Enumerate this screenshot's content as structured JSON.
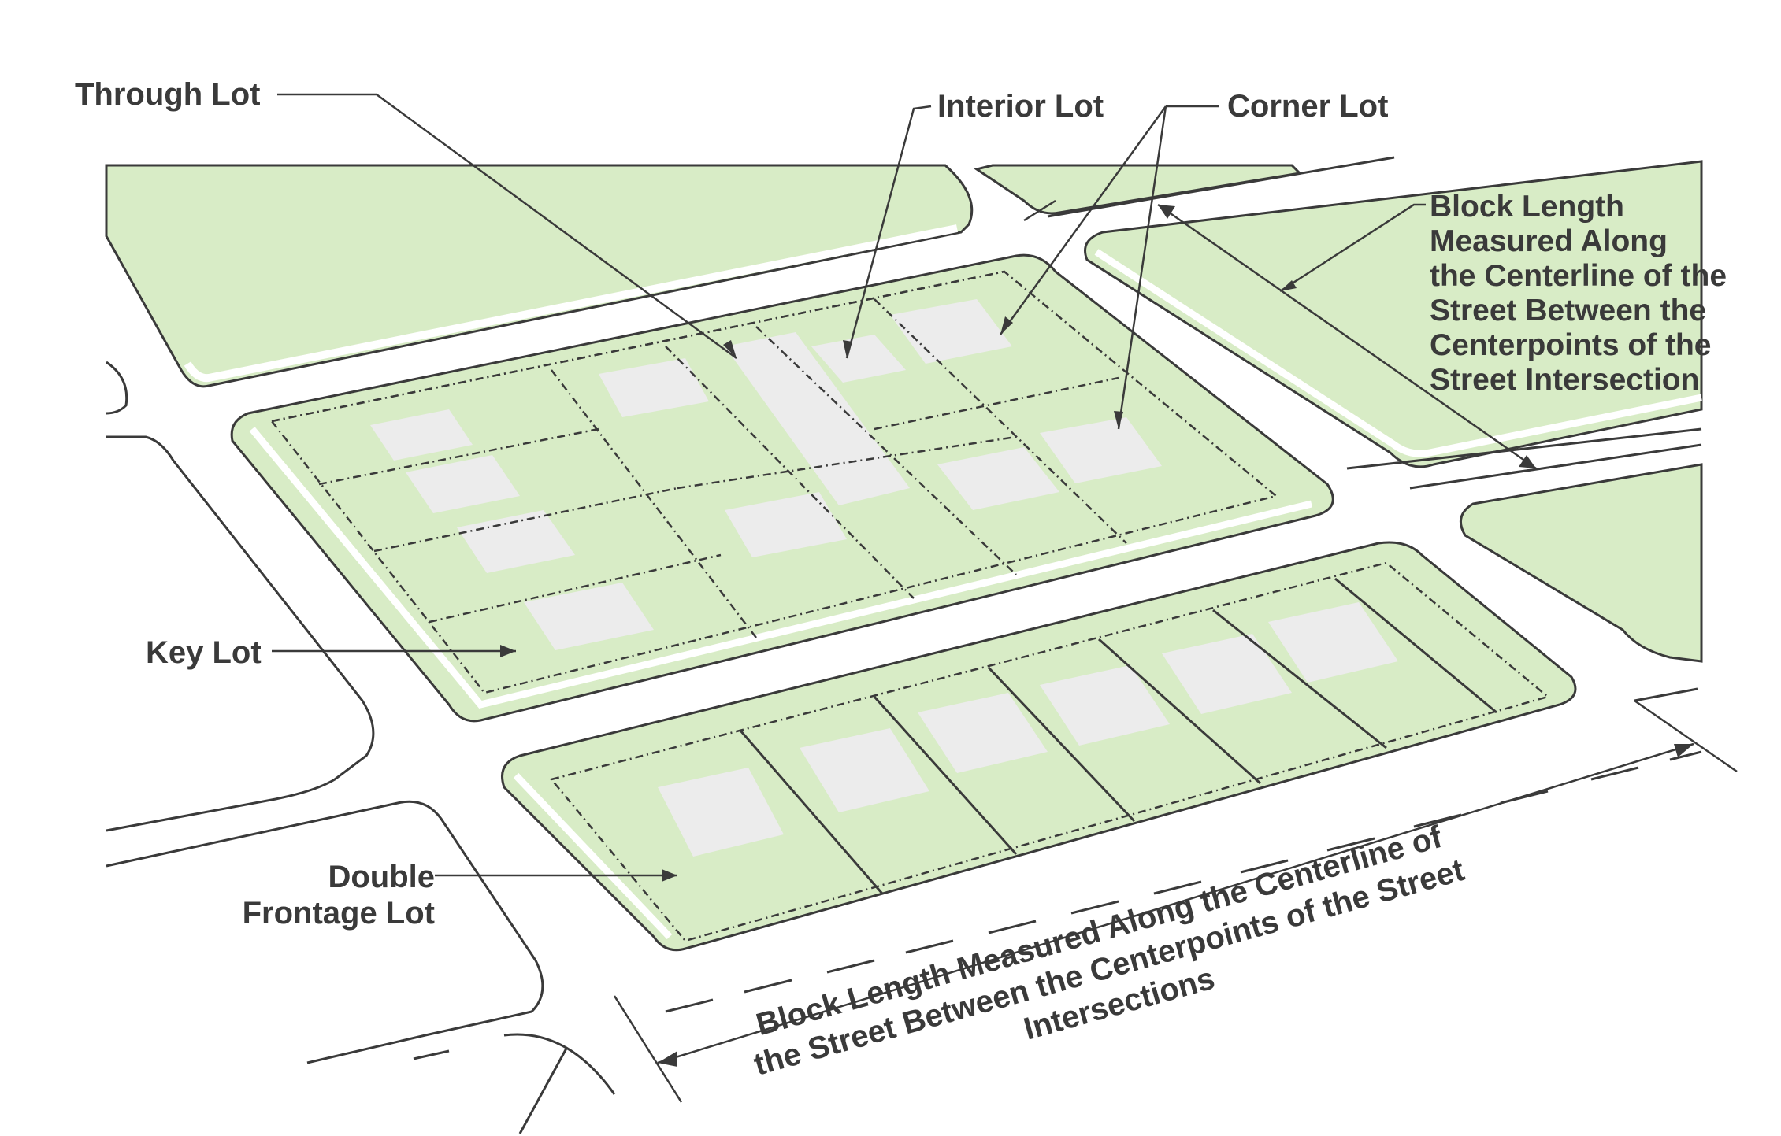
{
  "labels": {
    "through_lot": "Through Lot",
    "interior_lot": "Interior Lot",
    "corner_lot": "Corner Lot",
    "key_lot": "Key Lot",
    "double_frontage_line1": "Double",
    "double_frontage_line2": "Frontage Lot",
    "block_length_right": [
      "Block Length",
      "Measured Along",
      "the Centerline of the",
      "Street Between the",
      "Centerpoints of the",
      "Street Intersection"
    ],
    "block_length_bottom": [
      "Block Length Measured Along the Centerline of",
      "the Street Between the Centerpoints of the Street",
      "Intersections"
    ]
  },
  "colors": {
    "lot_green": "#d8ecc6",
    "curb_green": "#cfe6b8",
    "building_gray": "#ececec",
    "street": "#ffffff",
    "line": "#3a3a3a"
  }
}
